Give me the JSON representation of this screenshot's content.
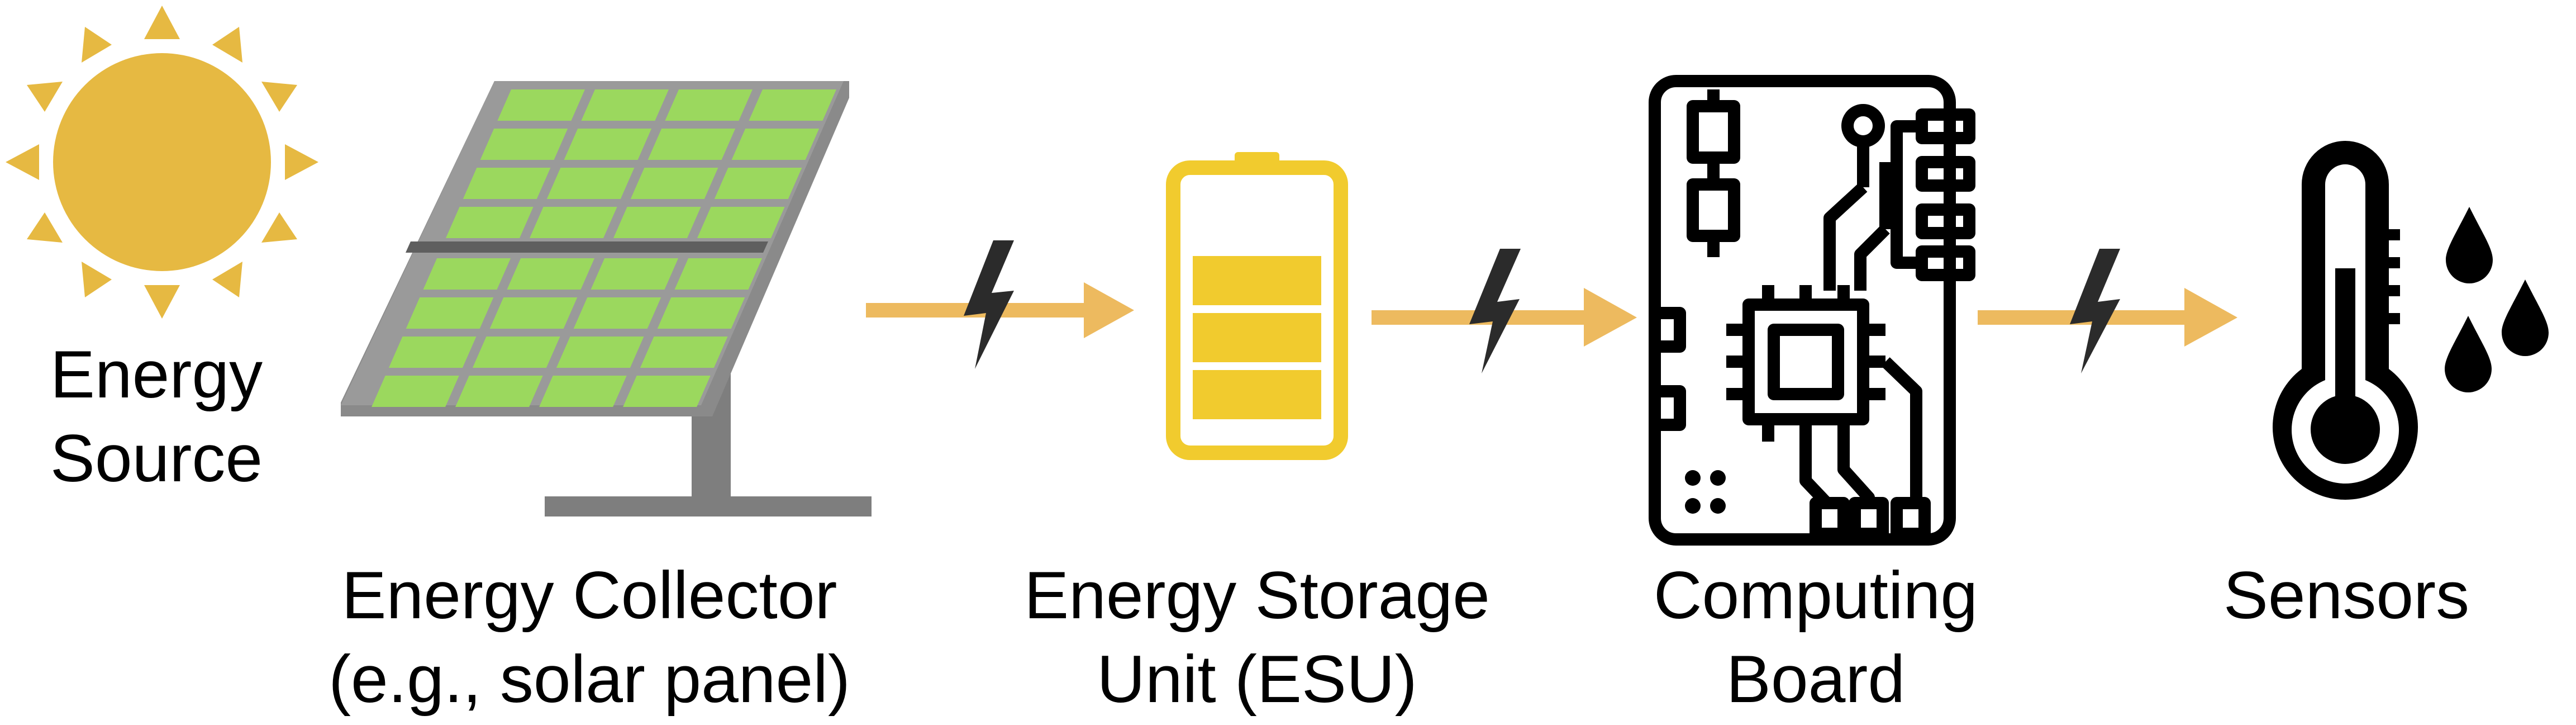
{
  "colors": {
    "sun": "#E6B942",
    "panel_cells": "#9BD85E",
    "panel_frame": "#8A8A8A",
    "arrow": "#EDBA5F",
    "bolt": "#2B2B2B",
    "battery": "#F1CB2E",
    "board_icon": "#000000",
    "label_text": "#000000"
  },
  "nodes": [
    {
      "id": "energy_source",
      "icon": "sun-icon",
      "label_lines": [
        "Energy",
        "Source"
      ]
    },
    {
      "id": "energy_collector",
      "icon": "solar-panel-icon",
      "label_lines": [
        "Energy Collector",
        "(e.g., solar panel)"
      ]
    },
    {
      "id": "energy_storage",
      "icon": "battery-icon",
      "label_lines": [
        "Energy Storage",
        "Unit (ESU)"
      ]
    },
    {
      "id": "computing_board",
      "icon": "circuit-board-icon",
      "label_lines": [
        "Computing",
        "Board"
      ]
    },
    {
      "id": "sensors",
      "icon": "thermometer-icon",
      "label_lines": [
        "Sensors"
      ]
    }
  ],
  "connectors": [
    {
      "from": "energy_collector",
      "to": "energy_storage",
      "icon": "lightning-bolt-icon"
    },
    {
      "from": "energy_storage",
      "to": "computing_board",
      "icon": "lightning-bolt-icon"
    },
    {
      "from": "computing_board",
      "to": "sensors",
      "icon": "lightning-bolt-icon"
    }
  ]
}
